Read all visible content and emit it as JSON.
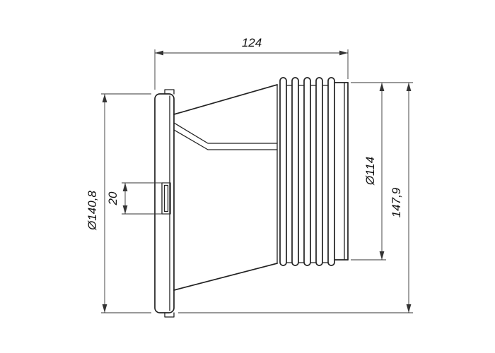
{
  "drawing": {
    "background_color": "#ffffff",
    "outline_color": "#222222",
    "dimension_line_color": "#333333",
    "text_color": "#111111",
    "dimensions": {
      "overall_length": "124",
      "flange_diameter": "Ø140,8",
      "slot_height": "20",
      "outlet_diameter": "Ø114",
      "overall_height": "147,9"
    }
  }
}
